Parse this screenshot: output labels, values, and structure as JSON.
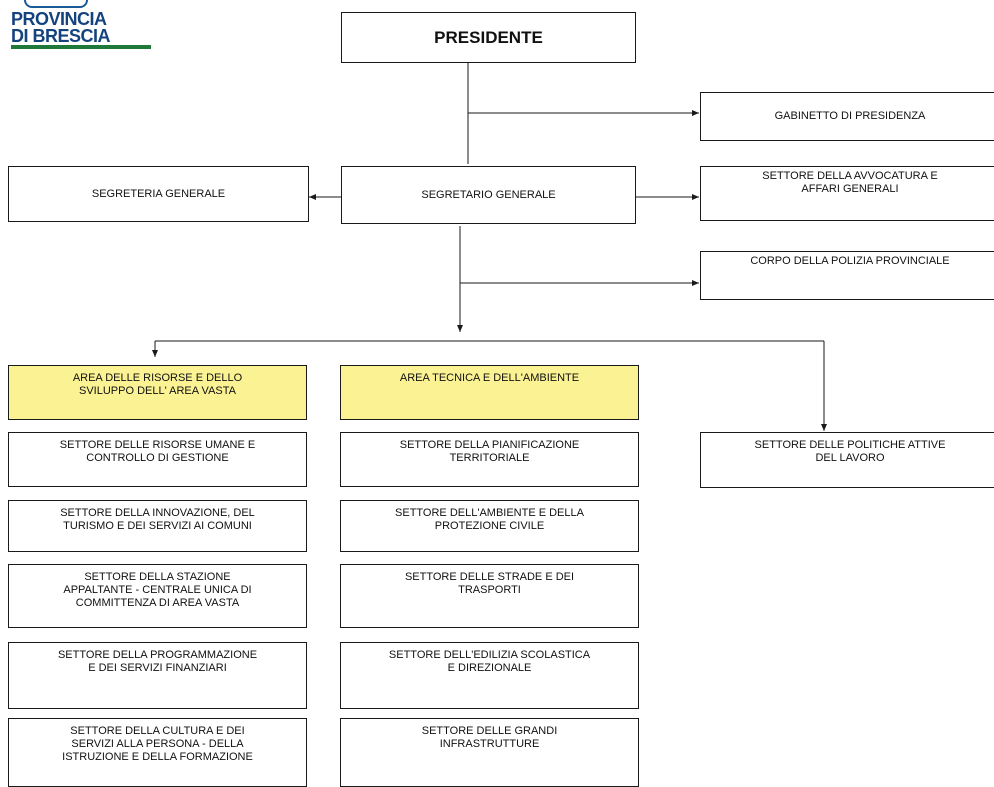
{
  "logo": {
    "line1": "PROVINCIA",
    "line2": "DI BRESCIA"
  },
  "boxes": {
    "presidente": "PRESIDENTE",
    "gabinetto": "GABINETTO DI PRESIDENZA",
    "segreteria_generale": "SEGRETERIA GENERALE",
    "segretario_generale": "SEGRETARIO GENERALE",
    "avvocatura": "SETTORE DELLA AVVOCATURA E\nAFFARI GENERALI",
    "polizia": "CORPO DELLA POLIZIA PROVINCIALE",
    "area_risorse": "AREA DELLE RISORSE E DELLO\nSVILUPPO DELL' AREA VASTA",
    "area_tecnica": "AREA TECNICA E DELL'AMBIENTE",
    "politiche_lavoro": "SETTORE DELLE POLITICHE ATTIVE\nDEL LAVORO",
    "risorse_umane": "SETTORE DELLE RISORSE UMANE E\nCONTROLLO DI GESTIONE",
    "innovazione": "SETTORE DELLA INNOVAZIONE, DEL\nTURISMO E DEI SERVIZI AI COMUNI",
    "stazione_appaltante": "SETTORE DELLA STAZIONE\nAPPALTANTE - CENTRALE UNICA DI\nCOMMITTENZA  DI AREA VASTA",
    "programmazione": "SETTORE DELLA PROGRAMMAZIONE\nE DEI  SERVIZI FINANZIARI",
    "cultura": "SETTORE DELLA CULTURA E DEI\nSERVIZI ALLA PERSONA - DELLA\nISTRUZIONE E DELLA FORMAZIONE",
    "pianificazione": "SETTORE DELLA PIANIFICAZIONE\nTERRITORIALE",
    "ambiente": "SETTORE DELL'AMBIENTE E DELLA\nPROTEZIONE CIVILE",
    "strade": "SETTORE DELLE STRADE E DEI\nTRASPORTI",
    "edilizia": "SETTORE DELL'EDILIZIA SCOLASTICA\nE DIREZIONALE",
    "infrastrutture": "SETTORE DELLE GRANDI\nINFRASTRUTTURE"
  },
  "colors": {
    "area_fill": "#fbf393",
    "line": "#1a1a1a",
    "logo_blue": "#14437e",
    "logo_green": "#1f7a3a"
  }
}
